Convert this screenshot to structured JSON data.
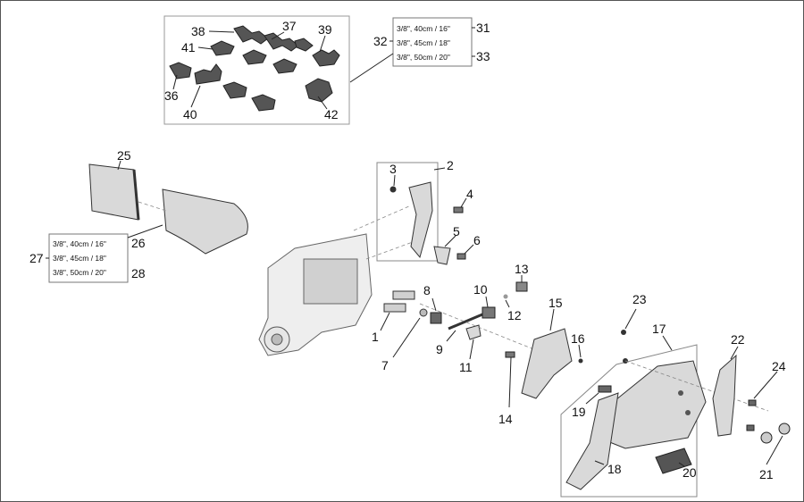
{
  "labels": {
    "n1": "1",
    "n2": "2",
    "n3": "3",
    "n4": "4",
    "n5": "5",
    "n6": "6",
    "n7": "7",
    "n8": "8",
    "n9": "9",
    "n10": "10",
    "n11": "11",
    "n12": "12",
    "n13": "13",
    "n14": "14",
    "n15": "15",
    "n16": "16",
    "n17": "17",
    "n18": "18",
    "n19": "19",
    "n20": "20",
    "n21": "21",
    "n22": "22",
    "n23": "23",
    "n24": "24",
    "n25": "25",
    "n26": "26",
    "n27": "27",
    "n28": "28",
    "n31": "31",
    "n32": "32",
    "n33": "33",
    "n36": "36",
    "n37": "37",
    "n38": "38",
    "n39": "39",
    "n40": "40",
    "n41": "41",
    "n42": "42"
  },
  "chain_specs": {
    "spec1": "3/8\", 40cm / 16\"",
    "spec2": "3/8\", 45cm / 18\"",
    "spec3": "3/8\", 50cm / 20\""
  },
  "bar_specs": {
    "spec1": "3/8\", 40cm / 16\"",
    "spec2": "3/8\", 45cm / 18\"",
    "spec3": "3/8\", 50cm / 20\""
  }
}
